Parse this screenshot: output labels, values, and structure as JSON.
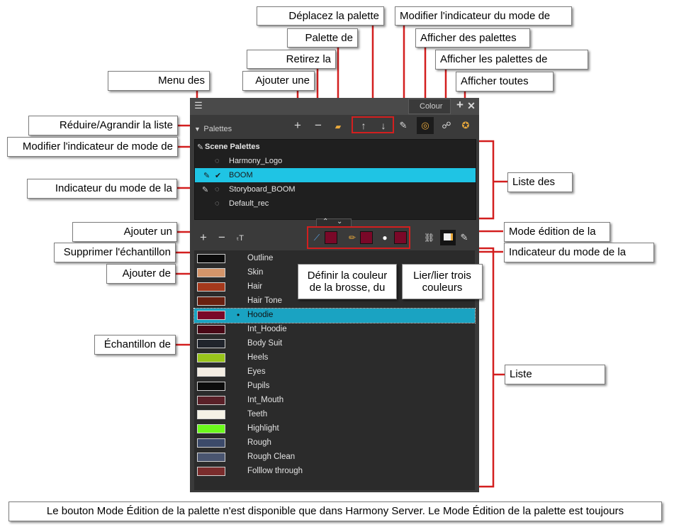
{
  "callouts": {
    "move_palette": "Déplacez la palette",
    "modify_mode_indicator": "Modifier l'indicateur du mode de",
    "palette_browser": "Palette de",
    "show_palettes": "Afficher des palettes",
    "remove": "Retirez la",
    "show_palettes_of": "Afficher les palettes de",
    "menu": "Menu des",
    "add_palette": "Ajouter une",
    "show_all": "Afficher toutes",
    "collapse_expand": "Réduire/Agrandir la liste",
    "modify_scene_mode": "Modifier l'indicateur de mode de",
    "palette_list": "Liste des",
    "mode_indicator": "Indicateur du mode de la",
    "add_swatch": "Ajouter un",
    "edit_mode": "Mode édition de la",
    "delete_swatch": "Supprimer l'échantillon",
    "mode_indicator_2": "Indicateur du mode de la",
    "add_texture": "Ajouter de",
    "set_brush_colour": "Définir la couleur de la brosse, du",
    "link_colours": "Lier/lier trois couleurs",
    "swatch": "Échantillon de",
    "colour_list": "Liste",
    "footer": "Le bouton Mode Édition de la palette n'est disponible que dans Harmony Server. Le Mode Édition de la palette est toujours"
  },
  "panel": {
    "tab_label": "Colour",
    "palettes_label": "Palettes",
    "scene_palettes": "Scene Palettes",
    "palettes": [
      {
        "name": "Harmony_Logo",
        "selected": false
      },
      {
        "name": "BOOM",
        "selected": true
      },
      {
        "name": "Storyboard_BOOM",
        "selected": false
      },
      {
        "name": "Default_rec",
        "selected": false
      }
    ],
    "swatches": [
      {
        "name": "Outline",
        "color": "#0b0b0b",
        "selected": false
      },
      {
        "name": "Skin",
        "color": "#d4956a",
        "selected": false
      },
      {
        "name": "Hair",
        "color": "#a5391c",
        "selected": false
      },
      {
        "name": "Hair Tone",
        "color": "#6a2010",
        "selected": false
      },
      {
        "name": "Hoodie",
        "color": "#7a0828",
        "selected": true
      },
      {
        "name": "Int_Hoodie",
        "color": "#4a0816",
        "selected": false
      },
      {
        "name": "Body Suit",
        "color": "#20242c",
        "selected": false
      },
      {
        "name": "Heels",
        "color": "#99c41b",
        "selected": false
      },
      {
        "name": "Eyes",
        "color": "#f3ece2",
        "selected": false
      },
      {
        "name": "Pupils",
        "color": "#0c0c0c",
        "selected": false
      },
      {
        "name": "Int_Mouth",
        "color": "#5a2028",
        "selected": false
      },
      {
        "name": "Teeth",
        "color": "#f5f2e6",
        "selected": false
      },
      {
        "name": "Highlight",
        "color": "#6cfa1c",
        "selected": false
      },
      {
        "name": "Rough",
        "color": "#3c4a6a",
        "selected": false
      },
      {
        "name": "Rough Clean",
        "color": "#4a5570",
        "selected": false
      },
      {
        "name": "Folllow through",
        "color": "#7a2c2c",
        "selected": false
      }
    ],
    "selection_color": "#1fc4e4"
  },
  "colors": {
    "leader_red": "#d31f1f",
    "panel_bg": "#3a3a3a",
    "list_bg": "#1f1f1f"
  }
}
